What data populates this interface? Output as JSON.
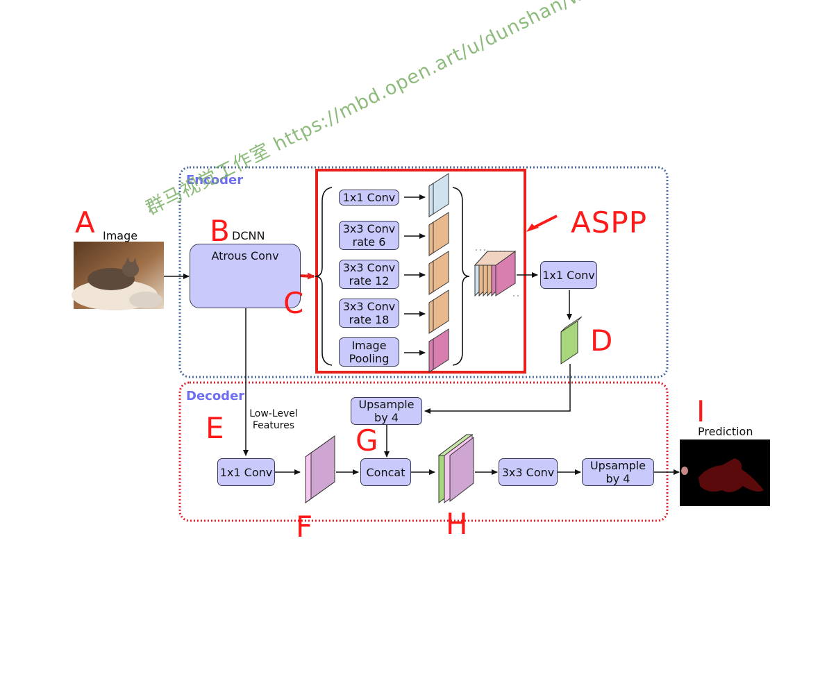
{
  "encoder": {
    "title": "Encoder"
  },
  "decoder": {
    "title": "Decoder"
  },
  "input": {
    "label": "Image"
  },
  "dcnn": {
    "label": "DCNN",
    "box_label": "Atrous Conv"
  },
  "aspp": {
    "label": "ASPP",
    "branches": [
      {
        "label": "1x1 Conv",
        "color": "#cfe2ee"
      },
      {
        "label": "3x3 Conv\nrate 6",
        "color": "#e8b98d"
      },
      {
        "label": "3x3 Conv\nrate 12",
        "color": "#e8b98d"
      },
      {
        "label": "3x3 Conv\nrate 18",
        "color": "#e8b98d"
      },
      {
        "label": "Image\nPooling",
        "color": "#d97fb0"
      }
    ]
  },
  "encoder_conv": {
    "label": "1x1 Conv"
  },
  "decoder_nodes": {
    "low_level_label": "Low-Level\nFeatures",
    "low_conv": "1x1 Conv",
    "upsample_1": "Upsample\nby 4",
    "concat": "Concat",
    "conv3x3": "3x3 Conv",
    "upsample_2": "Upsample\nby 4"
  },
  "output": {
    "label": "Prediction"
  },
  "markers": {
    "A": "A",
    "B": "B",
    "C": "C",
    "D": "D",
    "E": "E",
    "F": "F",
    "G": "G",
    "H": "H",
    "I": "I"
  },
  "watermark": "群马视觉工作室 https://mbd.open.art/u/dunshan/work",
  "colors": {
    "box_fill": "#c9c9fb",
    "encoder_border": "#4a6aa0",
    "decoder_border": "#e0202a",
    "aspp_border": "#e8201c",
    "accent_red": "#ff1a1a",
    "feature_green": "#a7d67d",
    "feature_pink": "#f6c8ef",
    "feature_purple": "#cfa5d2"
  }
}
